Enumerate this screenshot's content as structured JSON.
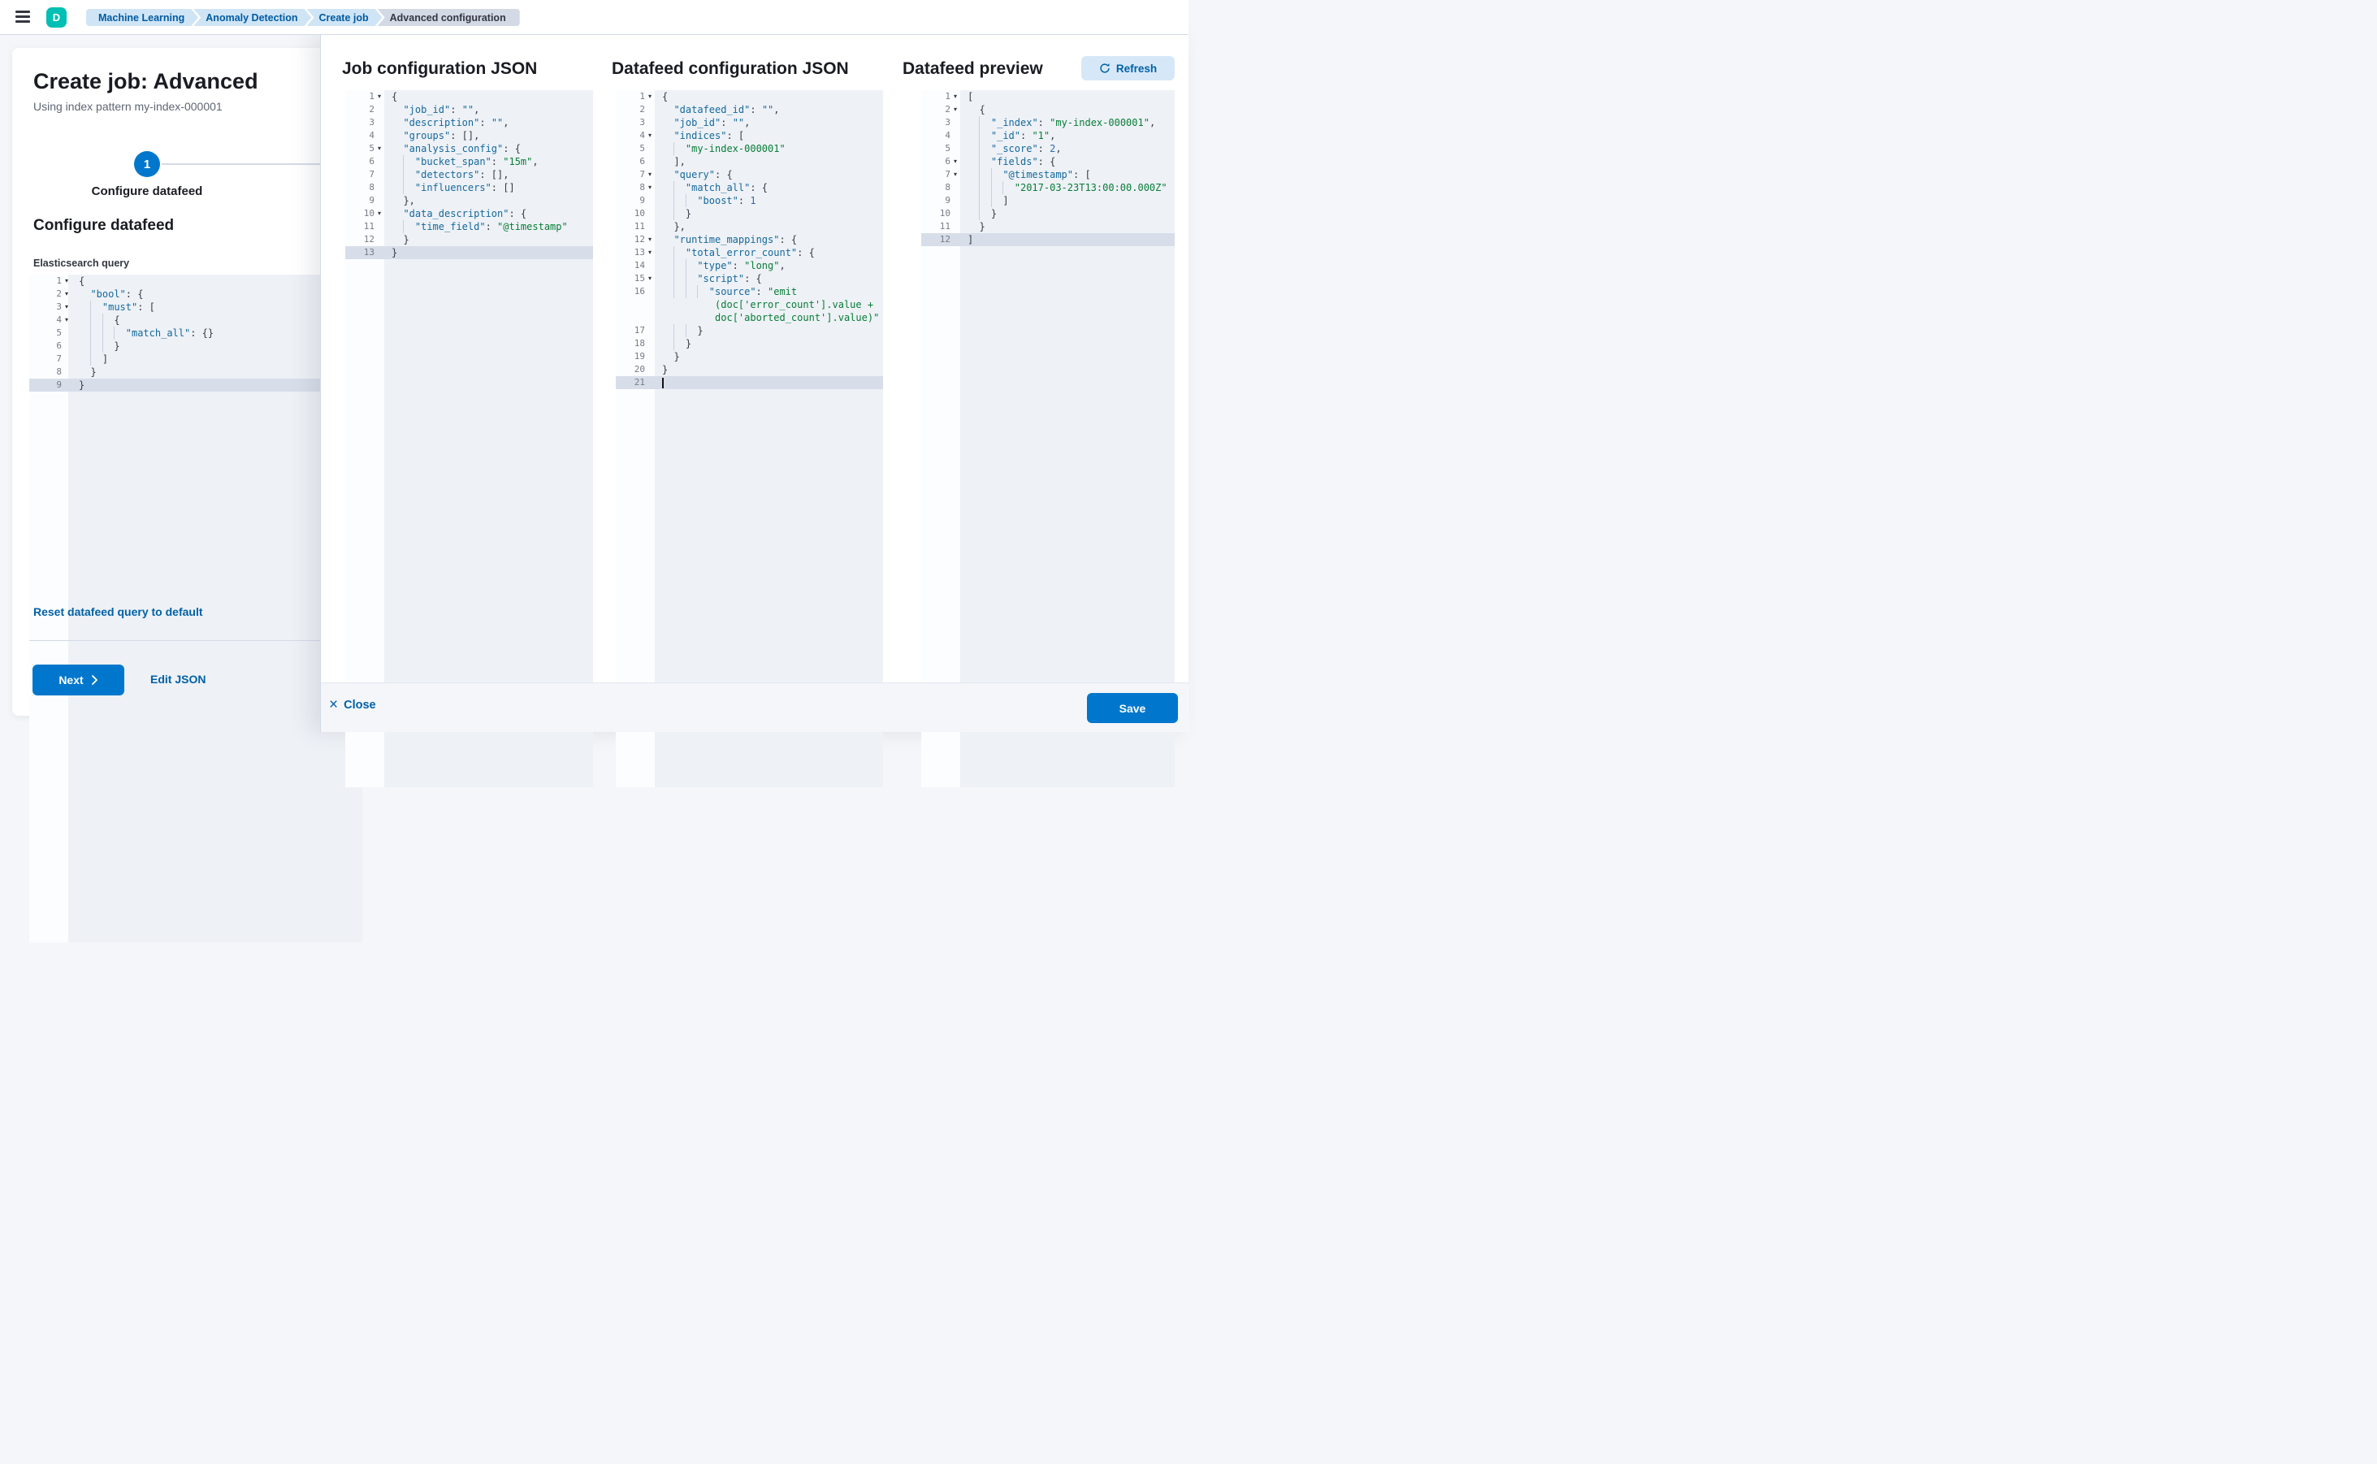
{
  "header": {
    "avatar": "D",
    "breadcrumbs": [
      {
        "label": "Machine Learning"
      },
      {
        "label": "Anomaly Detection"
      },
      {
        "label": "Create job"
      },
      {
        "label": "Advanced configuration"
      }
    ]
  },
  "wizard": {
    "title": "Create job: Advanced",
    "subtitle": "Using index pattern my-index-000001",
    "step_number": "1",
    "step_label": "Configure datafeed",
    "section_heading": "Configure datafeed",
    "query_label": "Elasticsearch query",
    "reset_link": "Reset datafeed query to default",
    "next_label": "Next",
    "edit_json_label": "Edit JSON"
  },
  "flyout": {
    "job_title": "Job configuration JSON",
    "datafeed_title": "Datafeed configuration JSON",
    "preview_title": "Datafeed preview",
    "refresh_label": "Refresh",
    "close_label": "Close",
    "save_label": "Save"
  },
  "colors": {
    "primary_button": "#0077cc",
    "link_blue": "#0061a6",
    "breadcrumb_blue_bg": "#cfe5f6",
    "breadcrumb_gray_bg": "#d3dae6",
    "avatar_teal": "#00bfb3",
    "code_key": "#14699c",
    "code_string": "#077d36",
    "code_number": "#2a6cb4",
    "active_line_bg": "#d8dee9"
  },
  "editors": {
    "query": {
      "lines": [
        {
          "n": "1",
          "fold": true,
          "ind": 0,
          "toks": [
            [
              "p",
              "{"
            ]
          ]
        },
        {
          "n": "2",
          "fold": true,
          "ind": 1,
          "toks": [
            [
              "k",
              "\"bool\""
            ],
            [
              "p",
              ": {"
            ]
          ]
        },
        {
          "n": "3",
          "fold": true,
          "ind": 2,
          "toks": [
            [
              "k",
              "\"must\""
            ],
            [
              "p",
              ": ["
            ]
          ]
        },
        {
          "n": "4",
          "fold": true,
          "ind": 3,
          "toks": [
            [
              "p",
              "{"
            ]
          ]
        },
        {
          "n": "5",
          "ind": 4,
          "toks": [
            [
              "k",
              "\"match_all\""
            ],
            [
              "p",
              ": {}"
            ]
          ]
        },
        {
          "n": "6",
          "ind": 3,
          "toks": [
            [
              "p",
              "}"
            ]
          ]
        },
        {
          "n": "7",
          "ind": 2,
          "toks": [
            [
              "p",
              "]"
            ]
          ]
        },
        {
          "n": "8",
          "ind": 1,
          "toks": [
            [
              "p",
              "}"
            ]
          ]
        },
        {
          "n": "9",
          "ind": 0,
          "active": true,
          "toks": [
            [
              "p",
              "}"
            ]
          ]
        }
      ]
    },
    "job": {
      "lines": [
        {
          "n": "1",
          "fold": true,
          "ind": 0,
          "toks": [
            [
              "p",
              "{"
            ]
          ]
        },
        {
          "n": "2",
          "ind": 1,
          "toks": [
            [
              "k",
              "\"job_id\""
            ],
            [
              "p",
              ": "
            ],
            [
              "k",
              "\"\""
            ],
            [
              "p",
              ","
            ]
          ]
        },
        {
          "n": "3",
          "ind": 1,
          "toks": [
            [
              "k",
              "\"description\""
            ],
            [
              "p",
              ": "
            ],
            [
              "k",
              "\"\""
            ],
            [
              "p",
              ","
            ]
          ]
        },
        {
          "n": "4",
          "ind": 1,
          "toks": [
            [
              "k",
              "\"groups\""
            ],
            [
              "p",
              ": [],"
            ]
          ]
        },
        {
          "n": "5",
          "fold": true,
          "ind": 1,
          "toks": [
            [
              "k",
              "\"analysis_config\""
            ],
            [
              "p",
              ": {"
            ]
          ]
        },
        {
          "n": "6",
          "ind": 2,
          "toks": [
            [
              "k",
              "\"bucket_span\""
            ],
            [
              "p",
              ": "
            ],
            [
              "s",
              "\"15m\""
            ],
            [
              "p",
              ","
            ]
          ]
        },
        {
          "n": "7",
          "ind": 2,
          "toks": [
            [
              "k",
              "\"detectors\""
            ],
            [
              "p",
              ": [],"
            ]
          ]
        },
        {
          "n": "8",
          "ind": 2,
          "toks": [
            [
              "k",
              "\"influencers\""
            ],
            [
              "p",
              ": []"
            ]
          ]
        },
        {
          "n": "9",
          "ind": 1,
          "toks": [
            [
              "p",
              "},"
            ]
          ]
        },
        {
          "n": "10",
          "fold": true,
          "ind": 1,
          "toks": [
            [
              "k",
              "\"data_description\""
            ],
            [
              "p",
              ": {"
            ]
          ]
        },
        {
          "n": "11",
          "ind": 2,
          "toks": [
            [
              "k",
              "\"time_field\""
            ],
            [
              "p",
              ": "
            ],
            [
              "s",
              "\"@timestamp\""
            ]
          ]
        },
        {
          "n": "12",
          "ind": 1,
          "toks": [
            [
              "p",
              "}"
            ]
          ]
        },
        {
          "n": "13",
          "ind": 0,
          "active": true,
          "toks": [
            [
              "p",
              "}"
            ]
          ]
        }
      ]
    },
    "datafeed": {
      "lines": [
        {
          "n": "1",
          "fold": true,
          "ind": 0,
          "toks": [
            [
              "p",
              "{"
            ]
          ]
        },
        {
          "n": "2",
          "ind": 1,
          "toks": [
            [
              "k",
              "\"datafeed_id\""
            ],
            [
              "p",
              ": "
            ],
            [
              "k",
              "\"\""
            ],
            [
              "p",
              ","
            ]
          ]
        },
        {
          "n": "3",
          "ind": 1,
          "toks": [
            [
              "k",
              "\"job_id\""
            ],
            [
              "p",
              ": "
            ],
            [
              "k",
              "\"\""
            ],
            [
              "p",
              ","
            ]
          ]
        },
        {
          "n": "4",
          "fold": true,
          "ind": 1,
          "toks": [
            [
              "k",
              "\"indices\""
            ],
            [
              "p",
              ": ["
            ]
          ]
        },
        {
          "n": "5",
          "ind": 2,
          "toks": [
            [
              "s",
              "\"my-index-000001\""
            ]
          ]
        },
        {
          "n": "6",
          "ind": 1,
          "toks": [
            [
              "p",
              "],"
            ]
          ]
        },
        {
          "n": "7",
          "fold": true,
          "ind": 1,
          "toks": [
            [
              "k",
              "\"query\""
            ],
            [
              "p",
              ": {"
            ]
          ]
        },
        {
          "n": "8",
          "fold": true,
          "ind": 2,
          "toks": [
            [
              "k",
              "\"match_all\""
            ],
            [
              "p",
              ": {"
            ]
          ]
        },
        {
          "n": "9",
          "ind": 3,
          "toks": [
            [
              "k",
              "\"boost\""
            ],
            [
              "p",
              ": "
            ],
            [
              "n",
              "1"
            ]
          ]
        },
        {
          "n": "10",
          "ind": 2,
          "toks": [
            [
              "p",
              "}"
            ]
          ]
        },
        {
          "n": "11",
          "ind": 1,
          "toks": [
            [
              "p",
              "},"
            ]
          ]
        },
        {
          "n": "12",
          "fold": true,
          "ind": 1,
          "toks": [
            [
              "k",
              "\"runtime_mappings\""
            ],
            [
              "p",
              ": {"
            ]
          ]
        },
        {
          "n": "13",
          "fold": true,
          "ind": 2,
          "toks": [
            [
              "k",
              "\"total_error_count\""
            ],
            [
              "p",
              ": {"
            ]
          ]
        },
        {
          "n": "14",
          "ind": 3,
          "toks": [
            [
              "k",
              "\"type\""
            ],
            [
              "p",
              ": "
            ],
            [
              "s",
              "\"long\""
            ],
            [
              "p",
              ","
            ]
          ]
        },
        {
          "n": "15",
          "fold": true,
          "ind": 3,
          "toks": [
            [
              "k",
              "\"script\""
            ],
            [
              "p",
              ": {"
            ]
          ]
        },
        {
          "n": "16",
          "ind": 4,
          "toks": [
            [
              "k",
              "\"source\""
            ],
            [
              "p",
              ": "
            ],
            [
              "s",
              "\"emit"
            ]
          ]
        },
        {
          "wrap": true,
          "pad": 9,
          "toks": [
            [
              "s",
              "(doc['error_count'].value +"
            ]
          ]
        },
        {
          "wrap": true,
          "pad": 9,
          "toks": [
            [
              "s",
              "doc['aborted_count'].value)\""
            ]
          ]
        },
        {
          "n": "17",
          "ind": 3,
          "toks": [
            [
              "p",
              "}"
            ]
          ]
        },
        {
          "n": "18",
          "ind": 2,
          "toks": [
            [
              "p",
              "}"
            ]
          ]
        },
        {
          "n": "19",
          "ind": 1,
          "toks": [
            [
              "p",
              "}"
            ]
          ]
        },
        {
          "n": "20",
          "ind": 0,
          "toks": [
            [
              "p",
              "}"
            ]
          ]
        },
        {
          "n": "21",
          "ind": 0,
          "active": true,
          "cursor": true,
          "toks": []
        }
      ]
    },
    "preview": {
      "lines": [
        {
          "n": "1",
          "fold": true,
          "ind": 0,
          "toks": [
            [
              "p",
              "["
            ]
          ]
        },
        {
          "n": "2",
          "fold": true,
          "ind": 1,
          "toks": [
            [
              "p",
              "{"
            ]
          ]
        },
        {
          "n": "3",
          "ind": 2,
          "toks": [
            [
              "k",
              "\"_index\""
            ],
            [
              "p",
              ": "
            ],
            [
              "s",
              "\"my-index-000001\""
            ],
            [
              "p",
              ","
            ]
          ]
        },
        {
          "n": "4",
          "ind": 2,
          "toks": [
            [
              "k",
              "\"_id\""
            ],
            [
              "p",
              ": "
            ],
            [
              "s",
              "\"1\""
            ],
            [
              "p",
              ","
            ]
          ]
        },
        {
          "n": "5",
          "ind": 2,
          "toks": [
            [
              "k",
              "\"_score\""
            ],
            [
              "p",
              ": "
            ],
            [
              "n",
              "2"
            ],
            [
              "p",
              ","
            ]
          ]
        },
        {
          "n": "6",
          "fold": true,
          "ind": 2,
          "toks": [
            [
              "k",
              "\"fields\""
            ],
            [
              "p",
              ": {"
            ]
          ]
        },
        {
          "n": "7",
          "fold": true,
          "ind": 3,
          "toks": [
            [
              "k",
              "\"@timestamp\""
            ],
            [
              "p",
              ": ["
            ]
          ]
        },
        {
          "n": "8",
          "ind": 4,
          "toks": [
            [
              "s",
              "\"2017-03-23T13:00:00.000Z\""
            ]
          ]
        },
        {
          "n": "9",
          "ind": 3,
          "toks": [
            [
              "p",
              "]"
            ]
          ]
        },
        {
          "n": "10",
          "ind": 2,
          "toks": [
            [
              "p",
              "}"
            ]
          ]
        },
        {
          "n": "11",
          "ind": 1,
          "toks": [
            [
              "p",
              "}"
            ]
          ]
        },
        {
          "n": "12",
          "ind": 0,
          "active": true,
          "toks": [
            [
              "p",
              "]"
            ]
          ]
        }
      ]
    }
  }
}
